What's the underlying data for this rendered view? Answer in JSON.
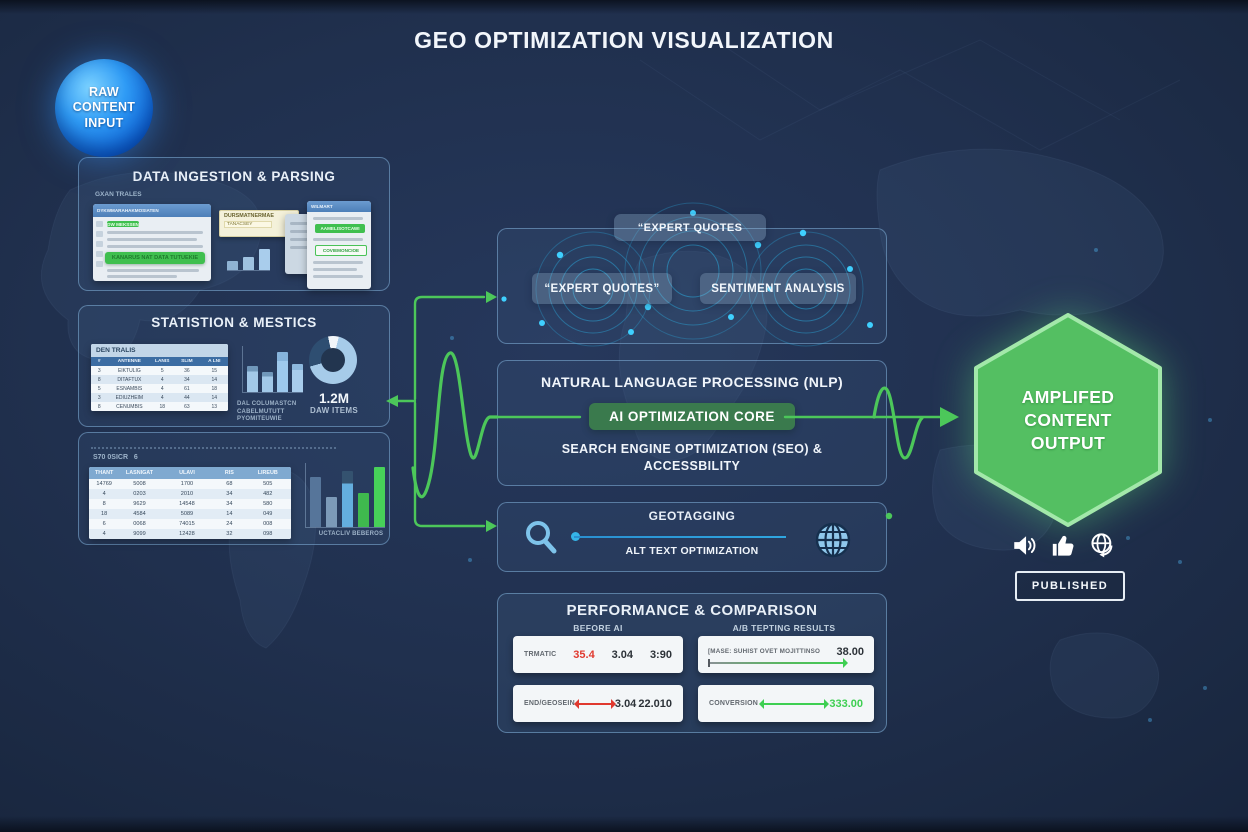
{
  "title": "GEO OPTIMIZATION VISUALIZATION",
  "input_node": {
    "lines": [
      "RAW",
      "CONTENT",
      "INPUT"
    ]
  },
  "output_node": {
    "lines": [
      "AMPLIFED",
      "CONTENT",
      "OUTPUT"
    ]
  },
  "published_label": "PUBLISHED",
  "colors": {
    "background": "#20304e",
    "accent_green": "#4cc75a",
    "accent_cyan": "#29b6e8",
    "panel_border": "#83b2da",
    "hexagon_fill": "#54bf62",
    "input_circle_blue": "#1e90f0",
    "alert_red": "#e0392f",
    "value_green": "#3ecf52"
  },
  "panels": {
    "ingestion": {
      "title": "DATA INGESTION & PARSING",
      "tag": "GXAN TRALES",
      "doc1": {
        "header": "DYKWMARAHAKMOSIATEN",
        "chip": "DW MEKSSEN",
        "button": "KANARUS NAT DATA TUTUEKIE"
      },
      "note": {
        "line1": "DURSMATNERMAE",
        "line2": "TANACSEY"
      },
      "doc2": {
        "header": "WILMART",
        "chip1": "AAMELISOTCAWI",
        "chip2": "COVIEMONCIOE"
      },
      "chart": {
        "type": "bar",
        "bars": [
          {
            "h": 9,
            "c": "#8fb3d4"
          },
          {
            "h": 13,
            "c": "#9fc2e0"
          },
          {
            "h": 21,
            "c": "#a9cdec"
          }
        ]
      }
    },
    "statistics": {
      "title": "STATISTION & MESTICS",
      "table": {
        "caption": "DEN TRALIS",
        "columns": [
          "#",
          "ANTENNE",
          "LANIS",
          "SLIM",
          "A LNI"
        ],
        "rows": [
          [
            "3",
            "EIKTULIG",
            "5",
            "36",
            "15"
          ],
          [
            "8",
            "DITAFTUX",
            "4",
            "34",
            "14"
          ],
          [
            "5",
            "ESNAMBIS",
            "4",
            "61",
            "18"
          ],
          [
            "3",
            "EDIUZHEIM",
            "4",
            "44",
            "14"
          ],
          [
            "8",
            "CENUMBIS",
            "18",
            "63",
            "13"
          ]
        ]
      },
      "chart": {
        "type": "bar",
        "bars": [
          {
            "h": 26,
            "c": "#a2c8e8",
            "cap": "#7097ba"
          },
          {
            "h": 20,
            "c": "#a2c8e8",
            "cap": "#7097ba"
          },
          {
            "h": 40,
            "c": "#9ec9ed",
            "cap": "#86b4dc"
          },
          {
            "h": 28,
            "c": "#a9cdec",
            "cap": "#8db8de"
          }
        ],
        "caption_lines": [
          "DAL COLUMASTCN",
          "CABELMUTUTT",
          "PYOMITEUWIE"
        ]
      },
      "donut": {
        "segments": [
          {
            "color": "#f2f6fa",
            "deg": 14
          },
          {
            "color": "#a6cbe9",
            "deg": 240
          },
          {
            "color": "#2e4e71",
            "deg": 94
          },
          {
            "color": "#f2f6fa",
            "deg": 12
          }
        ]
      },
      "stat": {
        "value": "1.2M",
        "label": "DAW ITEMS"
      }
    },
    "datatable": {
      "caption": "S70 0SICR",
      "caption2": "6",
      "columns": [
        "THANT",
        "LASNIGAT",
        "ULAVI",
        "RIS",
        "LIREUB"
      ],
      "rows": [
        [
          "14769",
          "5008",
          "1700",
          "68",
          "505"
        ],
        [
          "4",
          "0203",
          "2010",
          "34",
          "482"
        ],
        [
          "8",
          "9629",
          "14548",
          "34",
          "580"
        ],
        [
          "18",
          "4584",
          "5089",
          "14",
          "049"
        ],
        [
          "6",
          "0068",
          "74015",
          "24",
          "008"
        ],
        [
          "4",
          "9099",
          "12428",
          "32",
          "098"
        ]
      ],
      "chart": {
        "type": "bar",
        "bars": [
          {
            "h": 50,
            "c": "#56759a"
          },
          {
            "h": 30,
            "c": "#7c9ab8"
          },
          {
            "h": 56,
            "c": "#64aede",
            "cap": "#34526f"
          },
          {
            "h": 34,
            "c": "#3fb94e"
          },
          {
            "h": 60,
            "c": "#47d159"
          }
        ],
        "caption": "UCTACLIV BEBEROS"
      }
    },
    "quotes": {
      "header": "“EXPERT QUOTES",
      "pill_left": "“EXPERT QUOTES”",
      "pill_right": "SENTIMENT ANALYSIS"
    },
    "nlp": {
      "line1": "NATURAL LANGUAGE PROCESSING (NLP)",
      "core": "AI OPTIMIZATION CORE",
      "line2a": "SEARCH ENGINE OPTIMIZATION (SEO) &",
      "line2b": "ACCESSBILITY"
    },
    "geotagging": {
      "title": "GEOTAGGING",
      "subtitle": "ALT TEXT OPTIMIZATION"
    },
    "performance": {
      "title": "PERFORMANCE & COMPARISON",
      "col_left": "BEFORE AI",
      "col_right": "A/B TEPTING RESULTS",
      "card_tl": {
        "label": "TRMATIC",
        "v1": "35.4",
        "v2": "3.04",
        "v3": "3:90"
      },
      "card_tr": {
        "label": "[MASE: SUHIST OVET MOJITTINSO",
        "value": "38.00"
      },
      "card_bl": {
        "label": "END/GEOSEIN",
        "v1": "3.04",
        "v2": "22.010"
      },
      "card_br": {
        "label": "CONVERSION",
        "value": "333.00"
      }
    }
  },
  "icons": [
    "speaker-icon",
    "thumbs-up-icon",
    "globe-share-icon",
    "search-icon",
    "globe-icon"
  ]
}
